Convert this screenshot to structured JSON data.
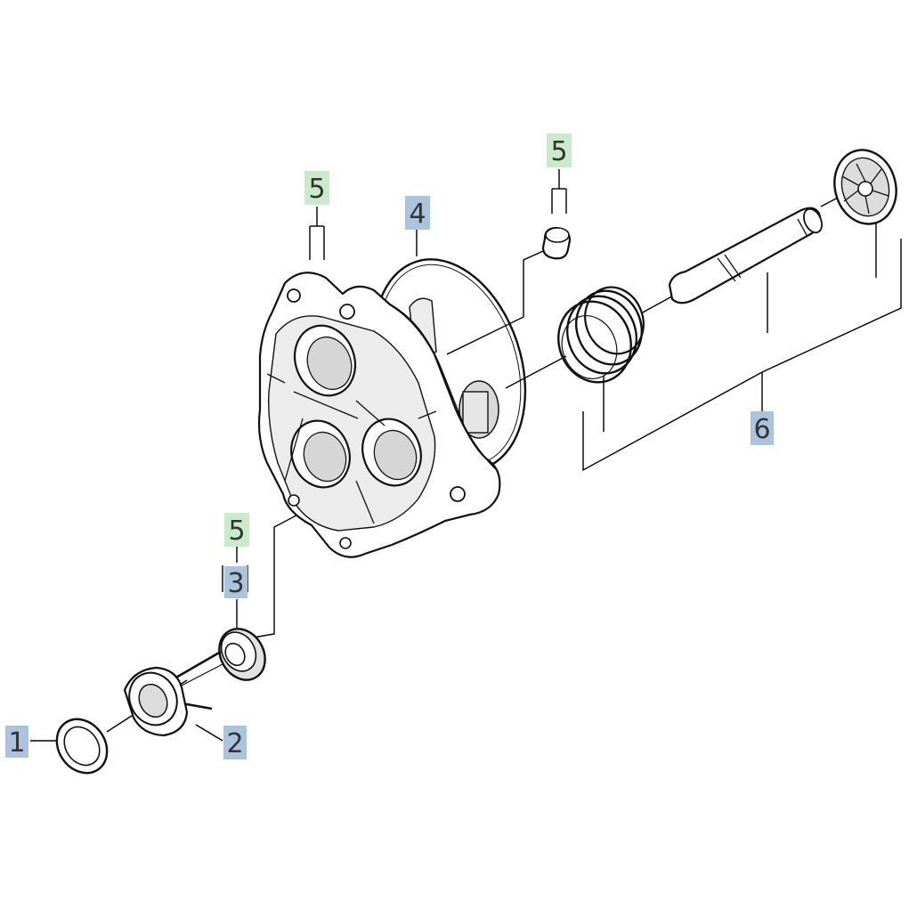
{
  "labels": [
    {
      "key": "l1",
      "text": "1",
      "color": "#a9c4dc"
    },
    {
      "key": "l2",
      "text": "2",
      "color": "#a9c4dc"
    },
    {
      "key": "l3",
      "text": "3",
      "color": "#a9c4dc"
    },
    {
      "key": "l4",
      "text": "4",
      "color": "#a9c4dc"
    },
    {
      "key": "l5a",
      "text": "5",
      "color": "#c9ebc9"
    },
    {
      "key": "l5b",
      "text": "5",
      "color": "#c9ebc9"
    },
    {
      "key": "l5c",
      "text": "5",
      "color": "#c9ebc9"
    },
    {
      "key": "l6",
      "text": "6",
      "color": "#a9c4dc"
    }
  ],
  "parts": [
    {
      "key": "p1",
      "name": "washer-ring-part"
    },
    {
      "key": "p2",
      "name": "bushing-with-pins-part"
    },
    {
      "key": "p3",
      "name": "seal-ring-part"
    },
    {
      "key": "p4",
      "name": "o-ring-part"
    },
    {
      "key": "p5",
      "name": "valve-insert-part"
    },
    {
      "key": "p6",
      "name": "spring-piston-assembly-part"
    },
    {
      "key": "hub",
      "name": "pump-head-housing-part"
    }
  ]
}
